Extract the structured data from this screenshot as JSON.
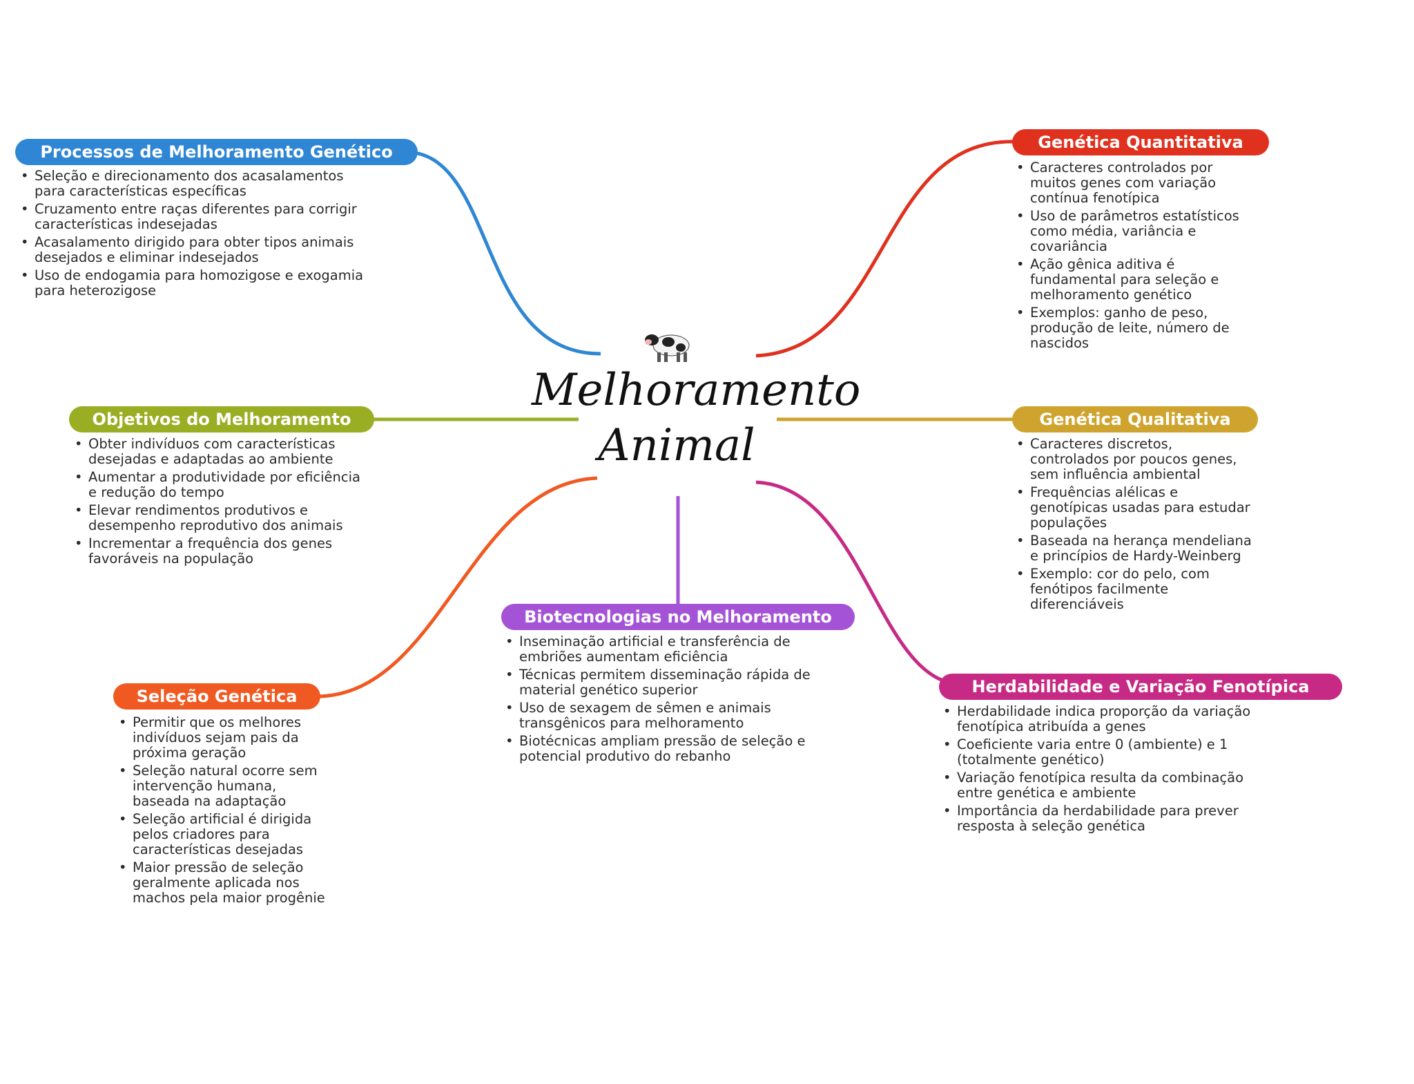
{
  "center": {
    "line1": "Melhoramento",
    "line2": "Animal",
    "icon": "cow-icon"
  },
  "branches": {
    "processos": {
      "title": "Processos de Melhoramento Genético",
      "color": "#2E86D4",
      "items": [
        "Seleção e direcionamento dos acasalamentos para características específicas",
        "Cruzamento entre raças diferentes para corrigir características indesejadas",
        "Acasalamento dirigido para obter tipos animais desejados e eliminar indesejados",
        "Uso de endogamia para homozigose e exogamia para heterozigose"
      ]
    },
    "objetivos": {
      "title": "Objetivos do Melhoramento",
      "color": "#9AAE24",
      "items": [
        "Obter indivíduos com características desejadas e adaptadas ao ambiente",
        "Aumentar a produtividade por eficiência e redução do tempo",
        "Elevar rendimentos produtivos e desempenho reprodutivo dos animais",
        "Incrementar a frequência dos genes favoráveis na população"
      ]
    },
    "selecao": {
      "title": "Seleção Genética",
      "color": "#F05A22",
      "items": [
        "Permitir que os melhores indivíduos sejam pais da próxima geração",
        "Seleção natural ocorre sem intervenção humana, baseada na adaptação",
        "Seleção artificial é dirigida pelos criadores para características desejadas",
        "Maior pressão de seleção geralmente aplicada nos machos pela maior progênie"
      ]
    },
    "biotec": {
      "title": "Biotecnologias no Melhoramento",
      "color": "#A553D6",
      "items": [
        "Inseminação artificial e transferência de embriões aumentam eficiência",
        "Técnicas permitem disseminação rápida de material genético superior",
        "Uso de sexagem de sêmen e animais transgênicos para melhoramento",
        "Biotécnicas ampliam pressão de seleção e potencial produtivo do rebanho"
      ]
    },
    "quantitativa": {
      "title": "Genética Quantitativa",
      "color": "#E0311E",
      "items": [
        "Caracteres controlados por muitos genes com variação contínua fenotípica",
        "Uso de parâmetros estatísticos como média, variância e covariância",
        "Ação gênica aditiva é fundamental para seleção e melhoramento genético",
        "Exemplos: ganho de peso, produção de leite, número de nascidos"
      ]
    },
    "qualitativa": {
      "title": "Genética Qualitativa",
      "color": "#CFA42E",
      "items": [
        "Caracteres discretos, controlados por poucos genes, sem influência ambiental",
        "Frequências alélicas e genotípicas usadas para estudar populações",
        "Baseada na herança mendeliana e princípios de Hardy-Weinberg",
        "Exemplo: cor do pelo, com fenótipos facilmente diferenciáveis"
      ]
    },
    "herdabilidade": {
      "title": "Herdabilidade e Variação Fenotípica",
      "color": "#C72A85",
      "items": [
        "Herdabilidade indica proporção da variação fenotípica atribuída a genes",
        "Coeficiente varia entre 0 (ambiente) e 1 (totalmente genético)",
        "Variação fenotípica resulta da combinação entre genética e ambiente",
        "Importância da herdabilidade para prever resposta à seleção genética"
      ]
    }
  }
}
